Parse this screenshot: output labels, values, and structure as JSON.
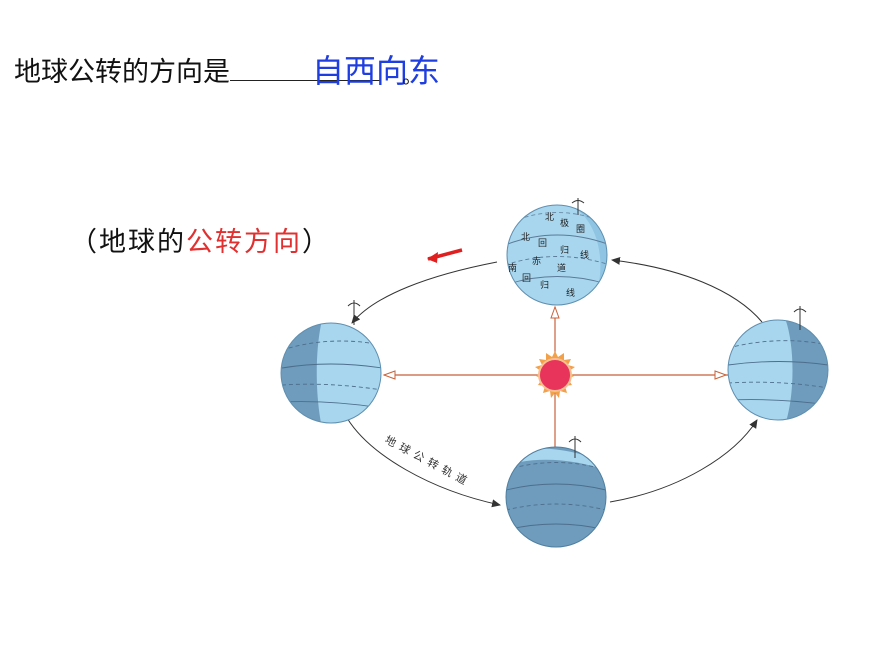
{
  "question": {
    "text": "地球公转的方向是",
    "answer": "自西向东",
    "period": "。"
  },
  "caption": {
    "open": "（地球的",
    "highlight": "公转方向",
    "close": "）"
  },
  "orbit": {
    "label": "地球公转轨道"
  },
  "globe_labels": {
    "arctic_1": "北",
    "arctic_2": "极",
    "arctic_3": "圈",
    "tropic_n_1": "北",
    "tropic_n_2": "回",
    "tropic_n_3": "归",
    "tropic_n_4": "线",
    "equator_1": "赤",
    "equator_2": "道",
    "tropic_s_1": "南",
    "tropic_s_2": "回",
    "tropic_s_3": "归",
    "tropic_s_4": "线"
  },
  "colors": {
    "answer": "#1f3ee0",
    "highlight": "#e03030",
    "globe_day": "#a8d6ee",
    "globe_night": "#6f9cbc",
    "sun": "#e8345a",
    "sun_rays": "#f2a04a",
    "sun_lines": "#c8623a"
  }
}
